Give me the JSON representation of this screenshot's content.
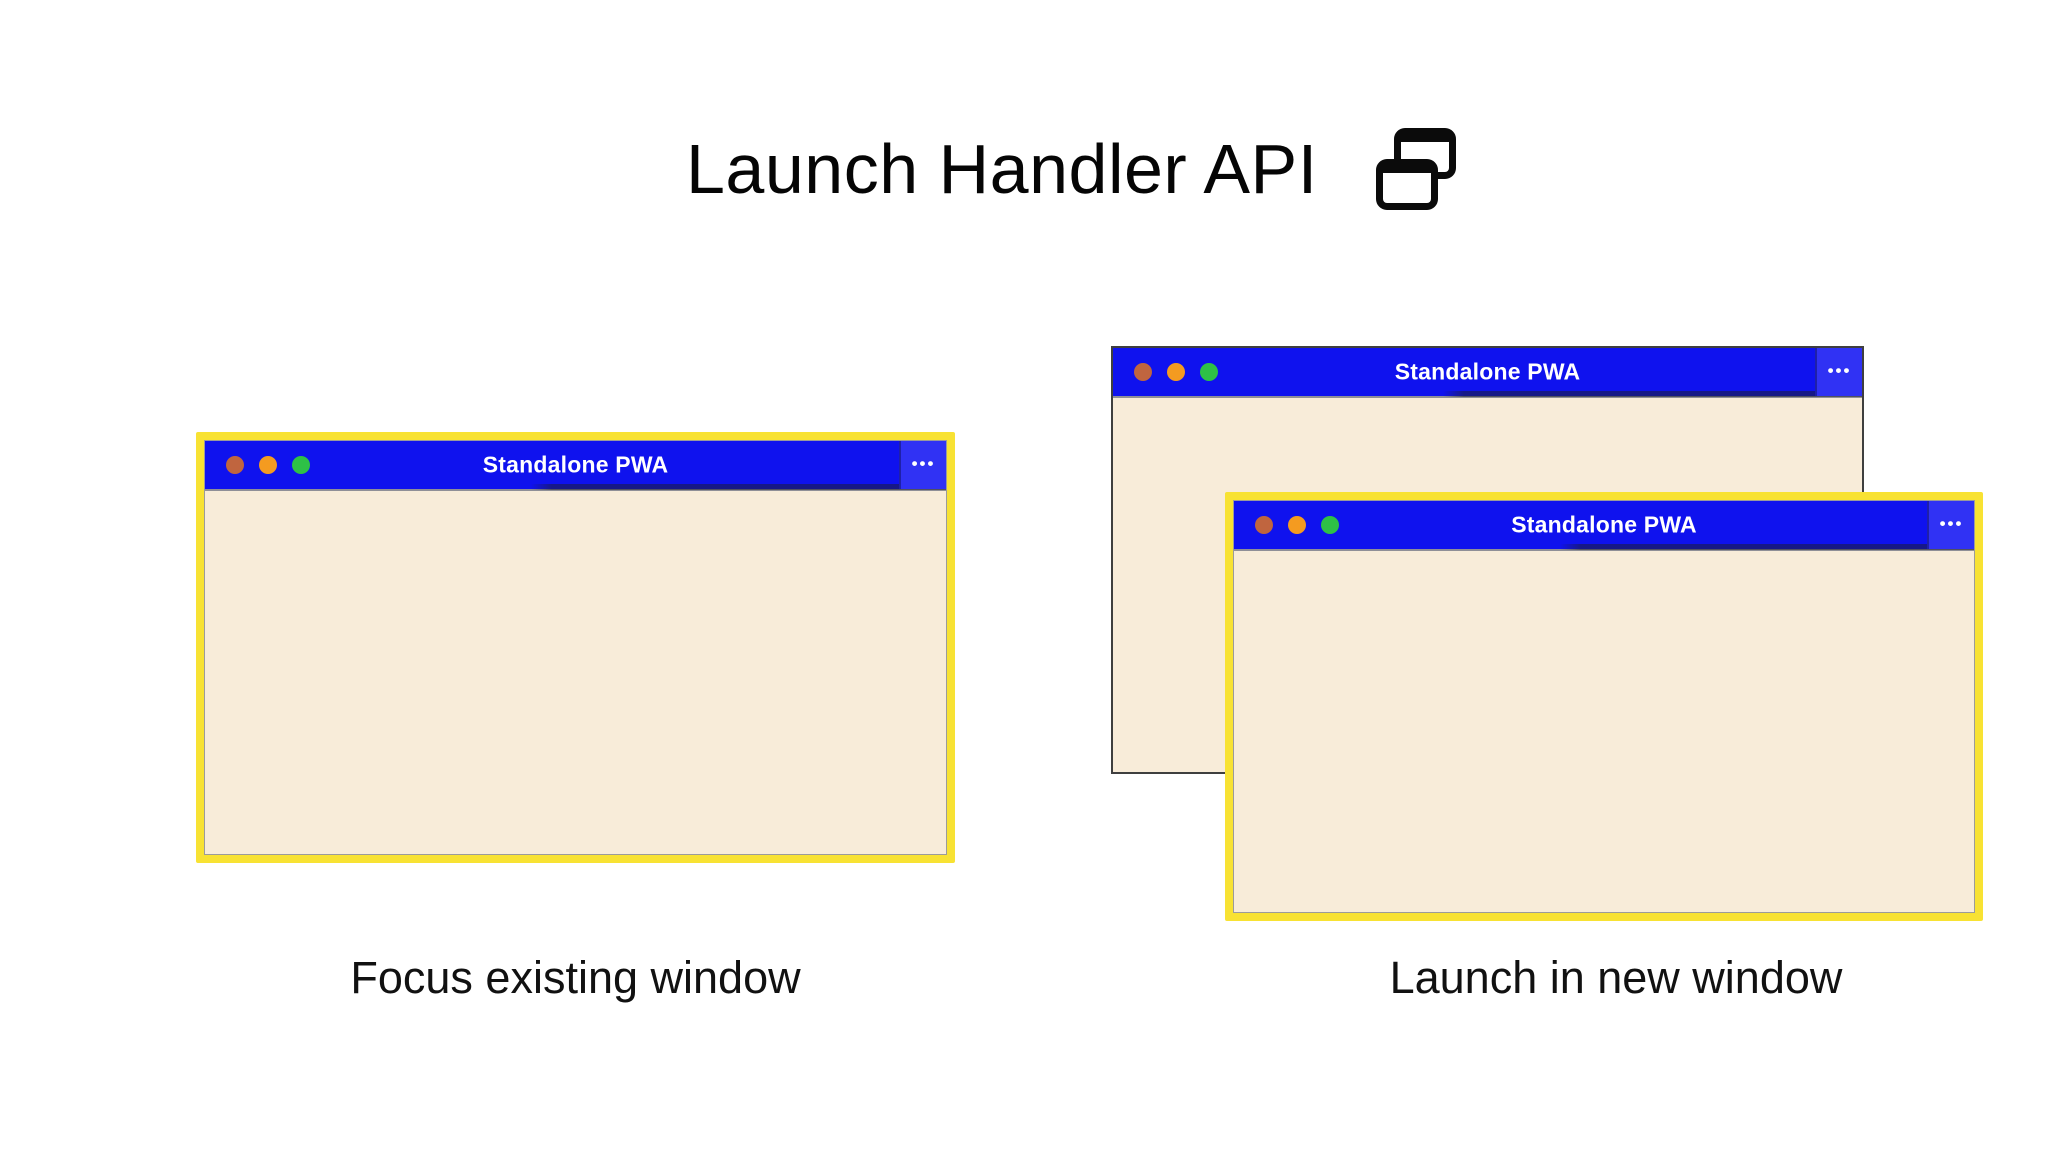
{
  "header": {
    "title": "Launch Handler API",
    "icon": "overlapping-windows-icon"
  },
  "windows": {
    "left": {
      "title": "Standalone PWA",
      "menu": "•••",
      "highlighted": true
    },
    "right_back": {
      "title": "Standalone PWA",
      "menu": "•••",
      "highlighted": false
    },
    "right_front": {
      "title": "Standalone PWA",
      "menu": "•••",
      "highlighted": true
    }
  },
  "captions": {
    "left": "Focus existing window",
    "right": "Launch in new window"
  },
  "colors": {
    "titlebar_blue": "#0f12ee",
    "titlebar_blue_light": "#3032f4",
    "window_body": "#f8ecd9",
    "highlight_yellow": "#f8e233",
    "window_border_gray": "#9b9b9b",
    "back_window_border": "#3f3f3f",
    "dot_red": "#c0653f",
    "dot_orange": "#f49b20",
    "dot_green": "#2ec146",
    "heading_color": "#050505",
    "caption_color": "#111111"
  }
}
